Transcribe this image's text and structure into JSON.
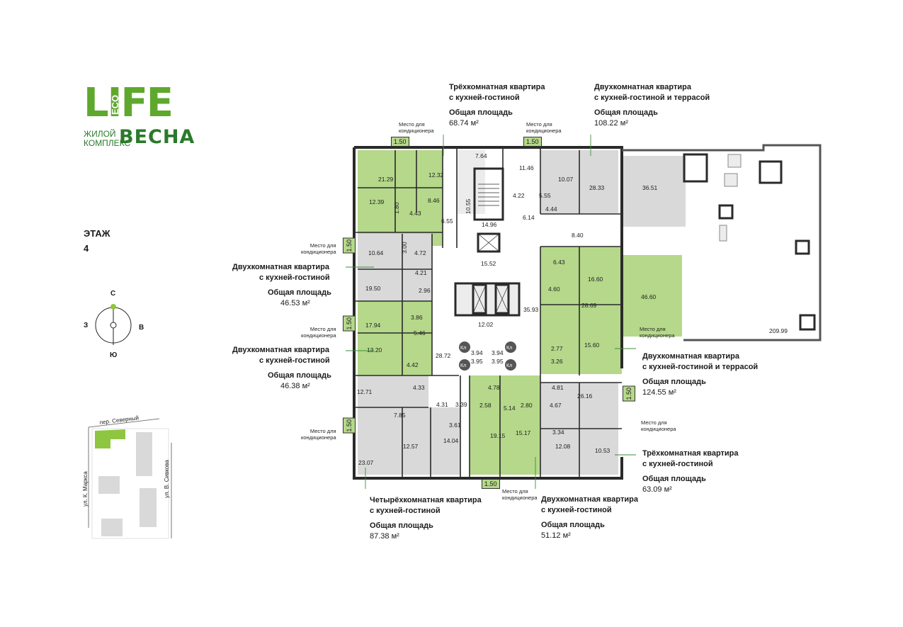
{
  "logo": {
    "eco": "ECO",
    "life": "LIFE",
    "line1": "ЖИЛОЙ",
    "line2": "КОМПЛЕКС",
    "vesna": "ВЕСНА"
  },
  "floor": {
    "label": "ЭТАЖ",
    "number": "4"
  },
  "compass": {
    "n": "С",
    "s": "Ю",
    "w": "З",
    "e": "В"
  },
  "conditioner": {
    "text1": "Место для",
    "text2": "кондиционера",
    "size": "1.50"
  },
  "apartments": [
    {
      "type1": "Трёхкомнатная квартира",
      "type2": "с кухней-гостиной",
      "area_label": "Общая площадь",
      "area": "68.74 м²"
    },
    {
      "type1": "Двухкомнатная квартира",
      "type2": "с кухней-гостиной и террасой",
      "area_label": "Общая площадь",
      "area": "108.22 м²"
    },
    {
      "type1": "Двухкомнатная квартира",
      "type2": "с кухней-гостиной",
      "area_label": "Общая площадь",
      "area": "46.53 м²"
    },
    {
      "type1": "Двухкомнатная квартира",
      "type2": "с кухней-гостиной",
      "area_label": "Общая площадь",
      "area": "46.38 м²"
    },
    {
      "type1": "Двухкомнатная квартира",
      "type2": "с кухней-гостиной и террасой",
      "area_label": "Общая площадь",
      "area": "124.55 м²"
    },
    {
      "type1": "Трёхкомнатная квартира",
      "type2": "с кухней-гостиной",
      "area_label": "Общая площадь",
      "area": "63.09 м²"
    },
    {
      "type1": "Четырёхкомнатная квартира",
      "type2": "с кухней-гостиной",
      "area_label": "Общая площадь",
      "area": "87.38 м²"
    },
    {
      "type1": "Двухкомнатная квартира",
      "type2": "с кухней-гостиной",
      "area_label": "Общая площадь",
      "area": "51.12 м²"
    }
  ],
  "location_map": {
    "street_north": "пер. Северный",
    "street_west": "ул. К. Маркса",
    "street_east": "ул. В. Сивкова"
  },
  "rooms": {
    "r1": "21.29",
    "r2": "12.32",
    "r3": "7.64",
    "r4": "11.46",
    "r5": "10.07",
    "r6": "28.33",
    "r7": "36.51",
    "r8": "12.39",
    "r9": "8.46",
    "r10": "4.43",
    "r11": "6.55",
    "r12": "1.80",
    "r13": "10.55",
    "r14": "14.96",
    "r15": "4.22",
    "r16": "5.55",
    "r17": "4.44",
    "r18": "6.14",
    "r19": "8.40",
    "r20": "10.64",
    "r21": "3.00",
    "r22": "4.72",
    "r23": "15.52",
    "r24": "6.43",
    "r25": "16.60",
    "r26": "46.60",
    "r27": "4.21",
    "r28": "19.50",
    "r29": "2.96",
    "r30": "4.60",
    "r31": "35.93",
    "r32": "28.69",
    "r33": "3.86",
    "r34": "17.94",
    "r35": "12.02",
    "r36": "5.46",
    "r37": "15.60",
    "r38": "2.77",
    "r39": "209.99",
    "r40": "13.20",
    "r41": "28.72",
    "r42": "3.94",
    "r43": "3.94",
    "r44": "3.95",
    "r45": "3.95",
    "r46": "3.26",
    "r47": "4.42",
    "r48": "4.78",
    "r49": "4.81",
    "r50": "4.33",
    "r51": "12.71",
    "r52": "26.16",
    "r53": "2.58",
    "r54": "5.14",
    "r55": "2.80",
    "r56": "4.67",
    "r57": "4.31",
    "r58": "3.39",
    "r59": "7.85",
    "r60": "3.61",
    "r61": "3.34",
    "r62": "14.04",
    "r63": "19.15",
    "r64": "15.17",
    "r65": "12.57",
    "r66": "12.08",
    "r67": "10.53",
    "r68": "23.07",
    "kl": "Кл"
  },
  "colors": {
    "green": "#b5d88a",
    "gray": "#d9d9d9",
    "wall": "#2a2a2a",
    "accent": "#5fa82e"
  }
}
